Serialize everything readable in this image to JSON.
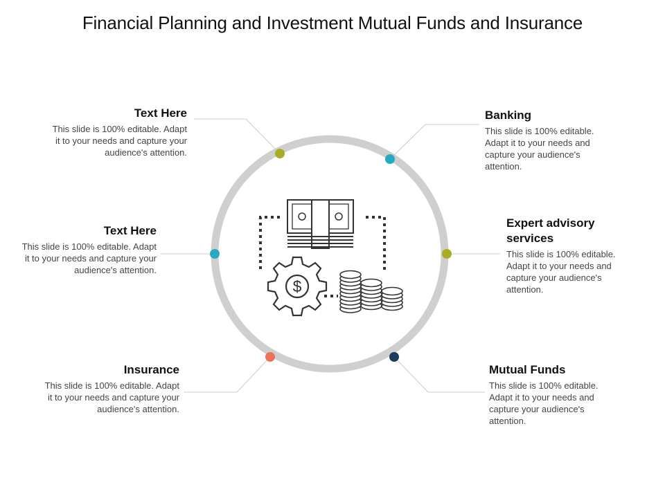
{
  "title": "Financial Planning and Investment Mutual Funds and Insurance",
  "colors": {
    "ring": "#d0cfcf",
    "olive": "#a9ad24",
    "teal": "#27a9c4",
    "coral": "#ea7458",
    "navy": "#1e3b5f",
    "connector": "#cccccc",
    "icon": "#333333"
  },
  "blocks": {
    "top_left": {
      "heading": "Text Here",
      "body": "This slide is 100% editable. Adapt it to your needs and capture your audience's attention."
    },
    "mid_left": {
      "heading": "Text Here",
      "body": "This slide is 100% editable. Adapt it to your needs and capture your audience's attention."
    },
    "bottom_left": {
      "heading": "Insurance",
      "body": "This slide is 100% editable. Adapt it to your needs and capture your audience's attention."
    },
    "top_right": {
      "heading": "Banking",
      "body": "This slide is 100% editable. Adapt it to your needs and capture your audience's attention."
    },
    "mid_right": {
      "heading": "Expert advisory services",
      "body": "This slide is 100% editable. Adapt it to your needs and capture your audience's attention."
    },
    "bottom_right": {
      "heading": "Mutual Funds",
      "body": "This slide is 100% editable. Adapt it to your needs and capture your audience's attention."
    }
  },
  "icons": {
    "center": [
      "banknote-stack-icon",
      "dollar-gear-icon",
      "coin-stacks-icon"
    ]
  }
}
